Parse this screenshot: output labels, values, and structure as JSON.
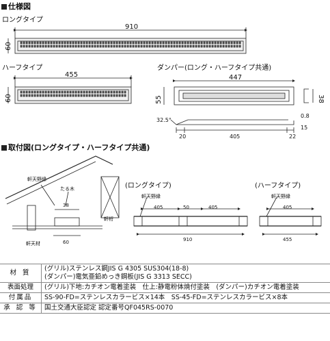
{
  "sections": {
    "spec_title": "仕様図",
    "install_title": "取付図(ロングタイプ・ハーフタイプ共通)"
  },
  "long": {
    "label": "ロングタイプ",
    "width": "910",
    "height": "60"
  },
  "half": {
    "label": "ハーフタイプ",
    "width": "455",
    "height": "60"
  },
  "damper": {
    "label": "ダンパー(ロング・ハーフタイプ共通)",
    "width": "447",
    "height": "55",
    "side": "38",
    "angle": "32.5°",
    "left": "20",
    "mid": "405",
    "right": "22",
    "t1": "0.8",
    "t2": "15"
  },
  "install": {
    "left_labels": {
      "eaves": "軒天野縁",
      "rafter": "たる木",
      "beam": "軒桁",
      "eave_mat": "軒天材",
      "d38": "38",
      "d60": "60"
    },
    "long": {
      "label": "(ロングタイプ)",
      "eaves": "軒天野縁",
      "d1": "405",
      "d2": "50",
      "d3": "405",
      "total": "910"
    },
    "half": {
      "label": "(ハーフタイプ)",
      "eaves": "軒天野縁",
      "d1": "405",
      "total": "455"
    }
  },
  "spec_table": [
    {
      "key": "材 質",
      "lines": [
        "(グリル)ステンレス鋼JIS G 4305 SUS304(18-8)",
        "(ダンパー)電気亜鉛めっき鋼板(JIS G 3313 SECC)"
      ]
    },
    {
      "key": "表面処理",
      "lines": [
        "(グリル)下地:カチオン電着塗装　仕上:静電粉体焼付塗装　(ダンパー)カチオン電着塗装"
      ]
    },
    {
      "key": "付属品",
      "lines": [
        "SS-90-FD=ステンレスカラービス×14本　SS-45-FD=ステンレスカラービス×8本"
      ]
    },
    {
      "key": "承 認 等",
      "lines": [
        "国土交通大臣認定 認定番号QF045RS-0070"
      ]
    }
  ]
}
